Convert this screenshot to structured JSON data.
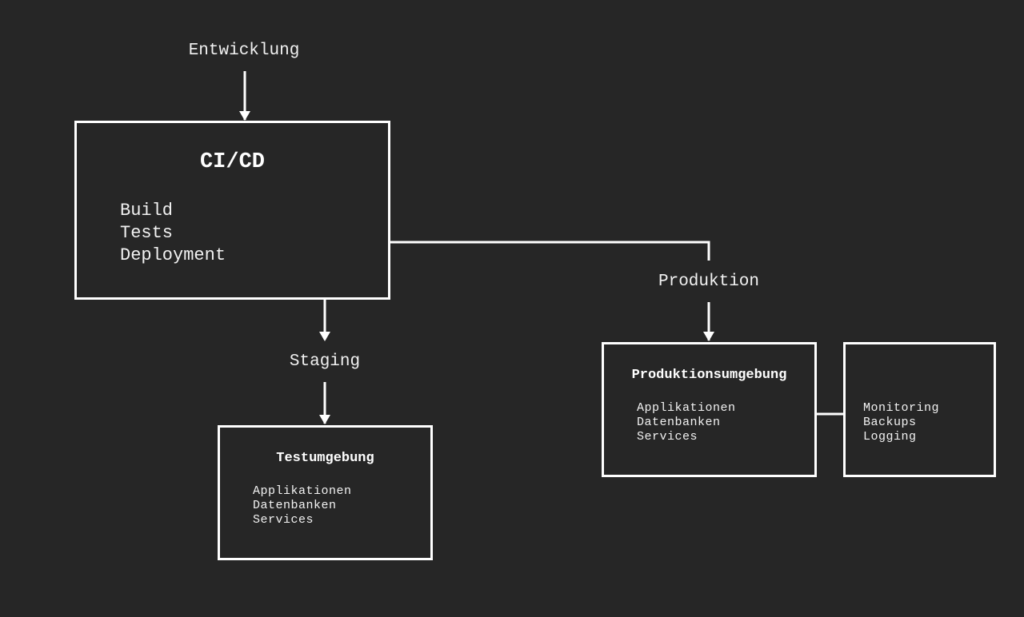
{
  "colors": {
    "background": "#262626",
    "stroke": "#ffffff",
    "text": "#f2f2f2"
  },
  "labels": {
    "entwicklung": "Entwicklung",
    "staging": "Staging",
    "produktion": "Produktion"
  },
  "cicd": {
    "title": "CI/CD",
    "items": [
      "Build",
      "Tests",
      "Deployment"
    ]
  },
  "testumgebung": {
    "title": "Testumgebung",
    "items": [
      "Applikationen",
      "Datenbanken",
      "Services"
    ]
  },
  "produktionsumgebung": {
    "title": "Produktionsumgebung",
    "items": [
      "Applikationen",
      "Datenbanken",
      "Services"
    ]
  },
  "ops": {
    "items": [
      "Monitoring",
      "Backups",
      "Logging"
    ]
  }
}
